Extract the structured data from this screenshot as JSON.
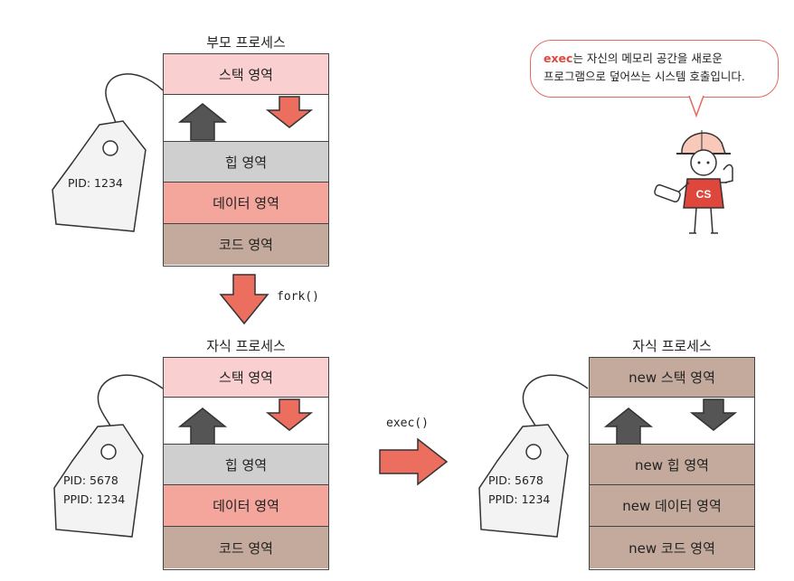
{
  "parent": {
    "title": "부모 프로세스",
    "pid_label": "PID: 1234",
    "segments": {
      "stack": "스택 영역",
      "heap": "힙 영역",
      "data": "데이터 영역",
      "code": "코드 영역"
    }
  },
  "fork_label": "fork()",
  "child": {
    "title": "자식 프로세스",
    "pid_label": "PID: 5678",
    "ppid_label": "PPID: 1234",
    "segments": {
      "stack": "스택 영역",
      "heap": "힙 영역",
      "data": "데이터 영역",
      "code": "코드 영역"
    }
  },
  "exec_label": "exec()",
  "child_exec": {
    "title": "자식 프로세스",
    "pid_label": "PID: 5678",
    "ppid_label": "PPID: 1234",
    "segments": {
      "stack": "new 스택 영역",
      "heap": "new 힙 영역",
      "data": "new 데이터 영역",
      "code": "new 코드 영역"
    }
  },
  "bubble": {
    "highlight": "exec",
    "line1_rest": "는 자신의 메모리 공간을 새로운",
    "line2": "프로그램으로 덮어쓰는 시스템 호출입니다."
  },
  "mascot": {
    "shirt_text": "CS"
  },
  "colors": {
    "stack": "#f9d0cf",
    "heap": "#cfcfcf",
    "data": "#f4a59c",
    "code": "#c4aa9c",
    "new": "#c3aa9c",
    "arrow": "#ec6e5e",
    "dark": "#555555"
  }
}
